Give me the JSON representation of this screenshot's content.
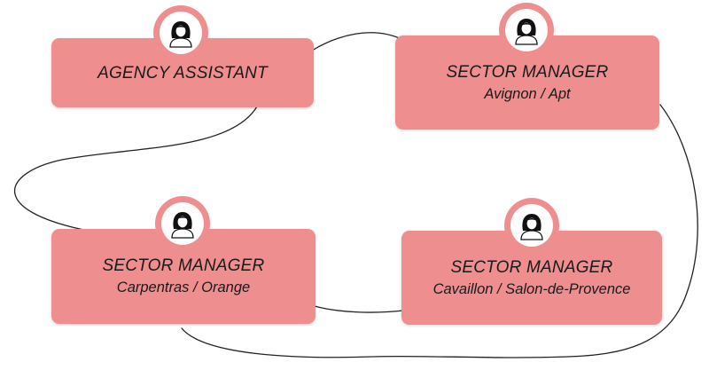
{
  "colors": {
    "card_fill": "#ee8e8e",
    "avatar_ring": "#ee8e8e",
    "connector_line": "#222222",
    "text": "#1a1a1a"
  },
  "icon": "woman-avatar-icon",
  "nodes": [
    {
      "title": "AGENCY ASSISTANT",
      "subtitle": ""
    },
    {
      "title": "SECTOR MANAGER",
      "subtitle": "Avignon / Apt"
    },
    {
      "title": "SECTOR MANAGER",
      "subtitle": "Carpentras / Orange"
    },
    {
      "title": "SECTOR MANAGER",
      "subtitle": "Cavaillon / Salon-de-Provence"
    }
  ]
}
